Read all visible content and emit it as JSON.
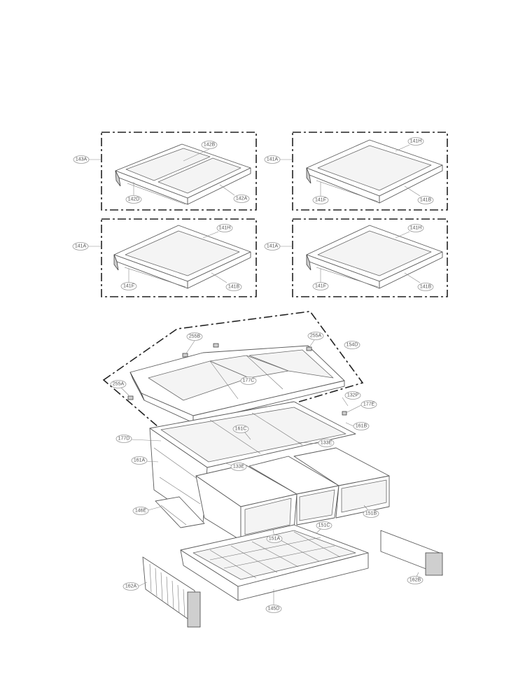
{
  "labels": {
    "l143A": "143A",
    "l142B": "142B",
    "l142D": "142D",
    "l142A": "142A",
    "l141A_1": "141A",
    "l141H_1": "141H",
    "l141F_1": "141F",
    "l141B_1": "141B",
    "l141A_2": "141A",
    "l141H_2": "141H",
    "l141F_2": "141F",
    "l141B_2": "141B",
    "l141A_3": "141A",
    "l141H_3": "141H",
    "l141F_3": "141F",
    "l141B_3": "141B",
    "l255B": "255B",
    "l255A_1": "255A",
    "l154D": "154D",
    "l177C": "177C",
    "l255A_2": "255A",
    "l132P": "132P",
    "l177E": "177E",
    "l161B": "161B",
    "l177D": "177D",
    "l161C": "161C",
    "l133E_1": "133E",
    "l161A": "161A",
    "l133E_2": "133E",
    "l146E": "146E",
    "l151B": "151B",
    "l151C": "151C",
    "l151A": "151A",
    "l162B": "162B",
    "l162A": "162A",
    "l145D": "145D"
  }
}
